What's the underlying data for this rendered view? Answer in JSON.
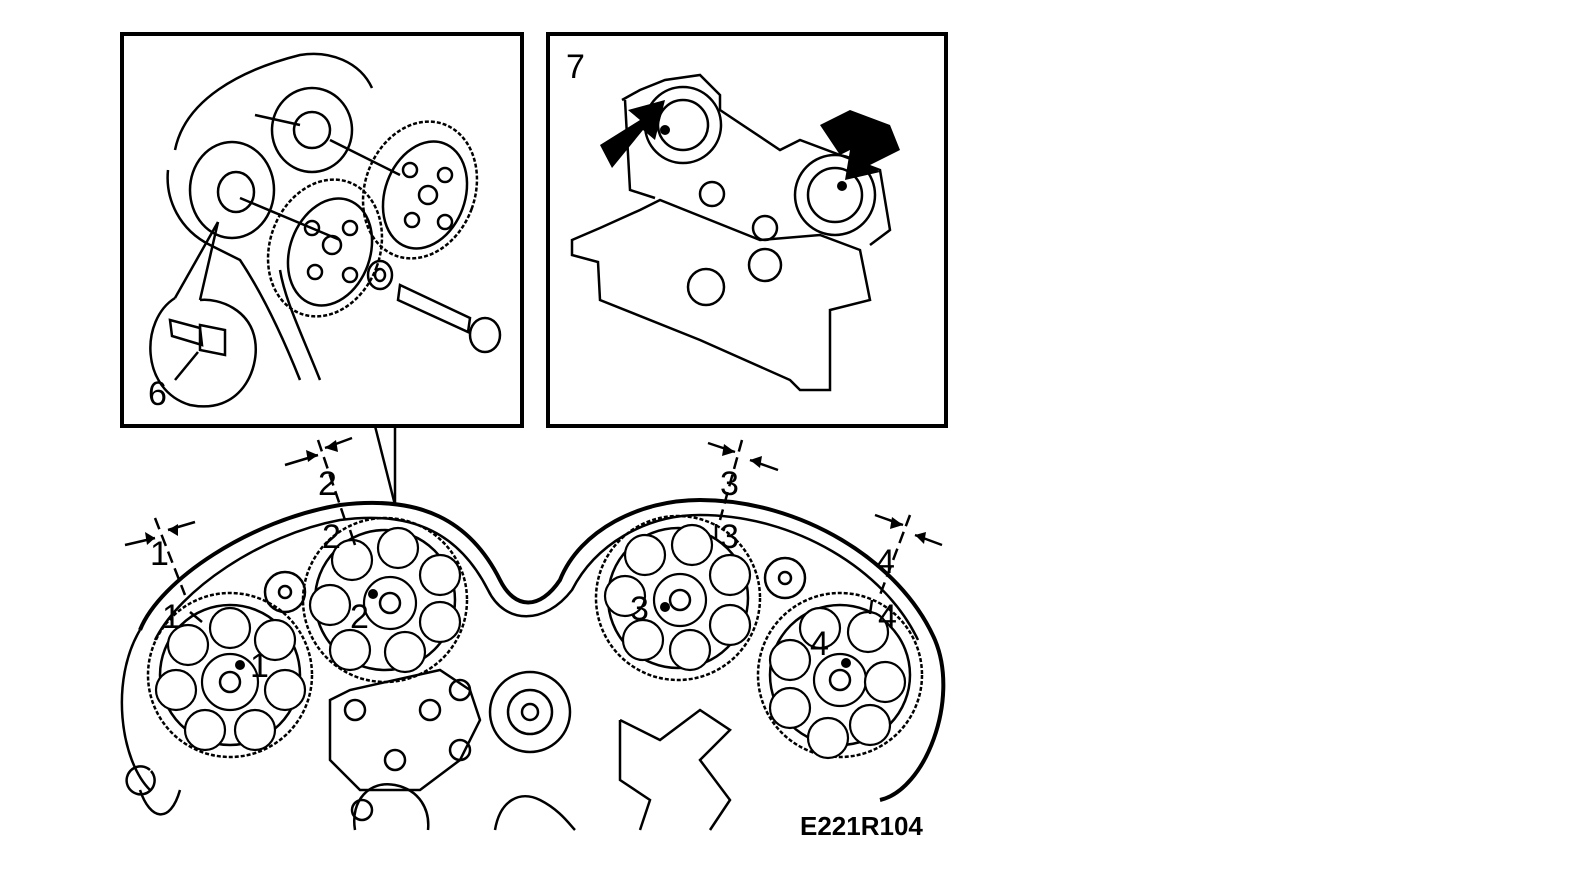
{
  "figure_code": "E221R104",
  "inset_left": {
    "callout": "6"
  },
  "inset_right": {
    "callout": "7"
  },
  "pulleys": [
    {
      "label": "1"
    },
    {
      "label": "2"
    },
    {
      "label": "3"
    },
    {
      "label": "4"
    }
  ],
  "belt_marks": [
    "1",
    "2",
    "3",
    "4"
  ],
  "pulley_marks": [
    "1",
    "2",
    "3",
    "4"
  ],
  "colors": {
    "ink": "#000000",
    "paper": "#ffffff"
  }
}
